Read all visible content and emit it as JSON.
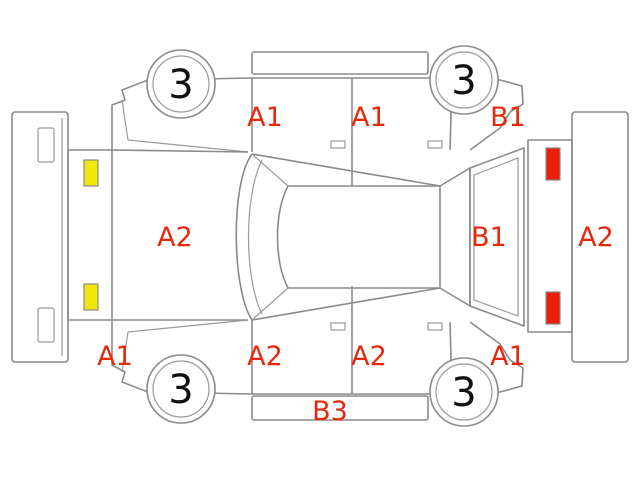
{
  "colors": {
    "line": "#8a8a8a",
    "damage_code": "#e8280c",
    "headlight_lamp": "#f0e60a",
    "taillight_lamp": "#e8200c"
  },
  "wheels": {
    "front_left": "3",
    "rear_left": "3",
    "front_right": "3",
    "rear_right": "3"
  },
  "codes": {
    "front_left_door": "A1",
    "rear_left_door": "A1",
    "rear_left_quarter": "B1",
    "hood": "A2",
    "rear_glass": "B1",
    "rear_bumper": "A2",
    "front_right_fender": "A1",
    "front_right_door": "A2",
    "rear_right_door": "A2",
    "rear_right_quarter": "A1",
    "right_side_sill": "B3"
  }
}
